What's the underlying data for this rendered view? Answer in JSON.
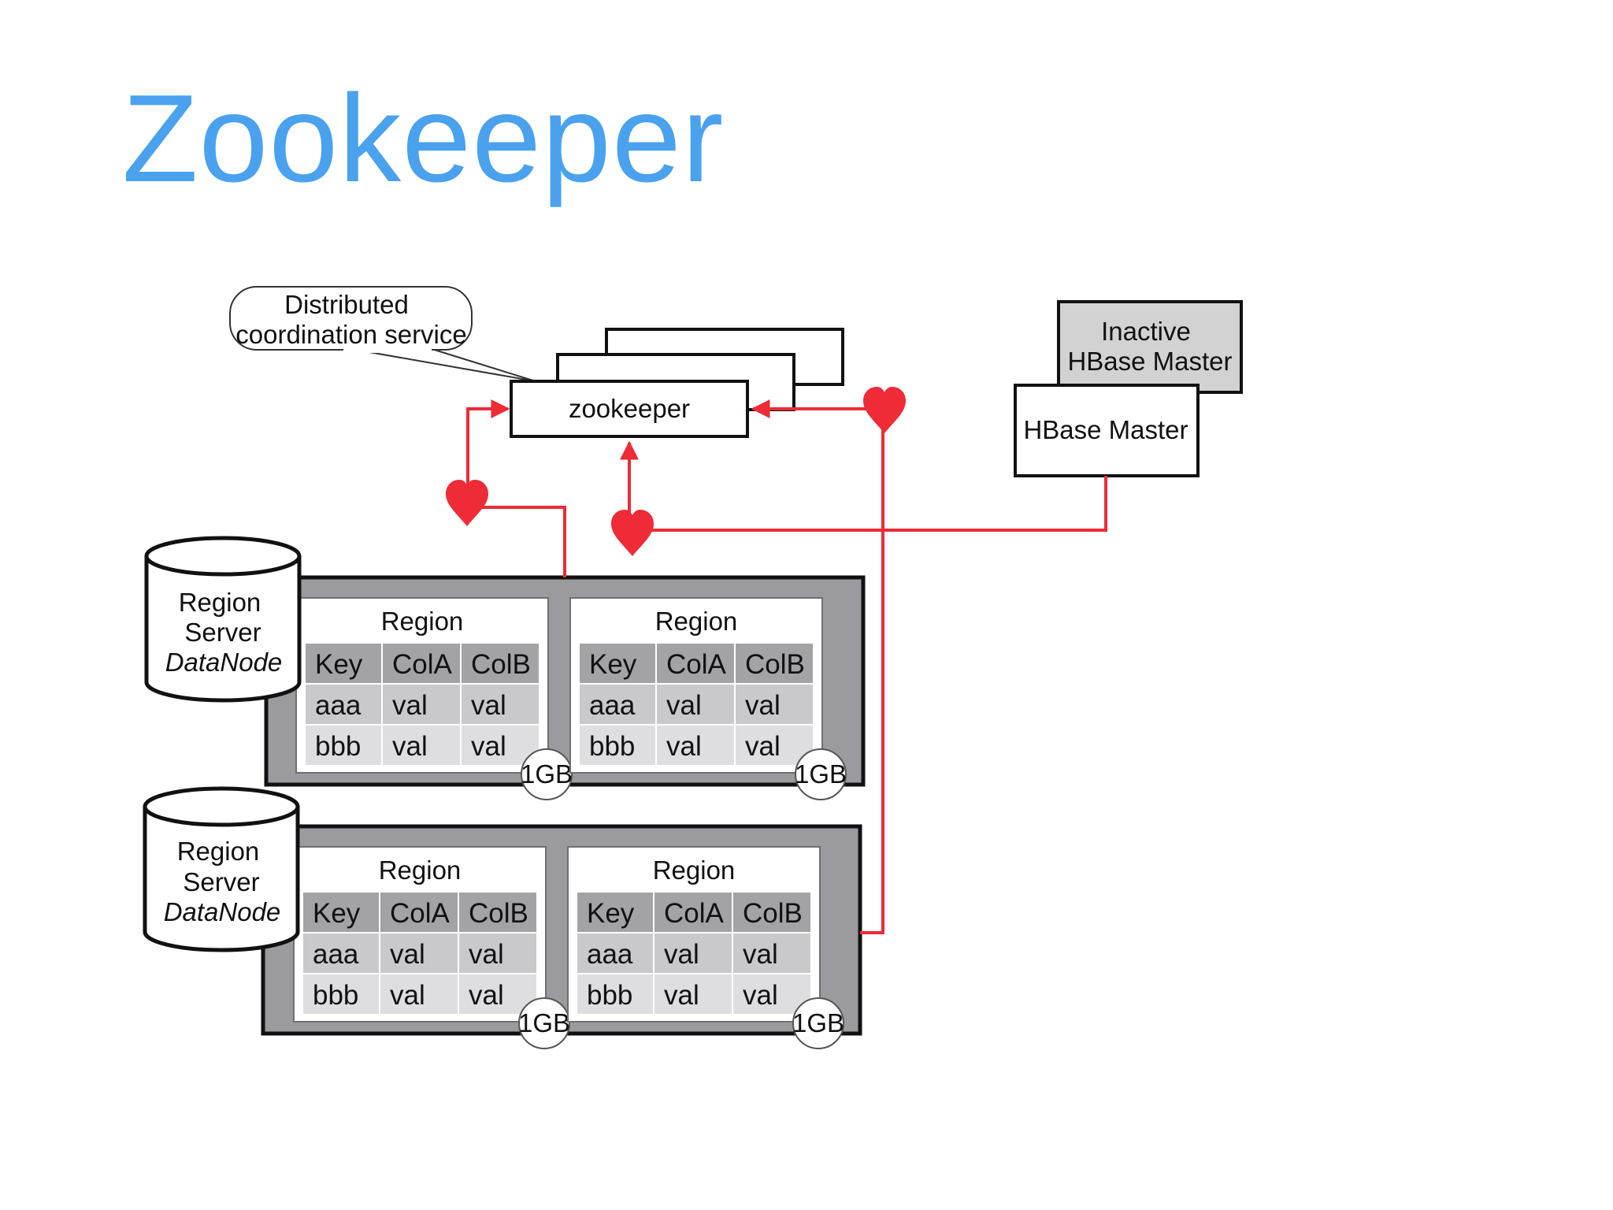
{
  "slide": {
    "title": "Zookeeper"
  },
  "callout": {
    "line1": "Distributed",
    "line2": "coordination service"
  },
  "zookeeper": {
    "label": "zookeeper"
  },
  "masters": {
    "inactive_line1": "Inactive",
    "inactive_line2": "HBase Master",
    "active": "HBase Master"
  },
  "colors": {
    "title": "#4aa2ee",
    "link": "#ee2b36",
    "server_frame": "#9b9a9f",
    "inactive_fill": "#d2d2d2"
  },
  "region_servers": [
    {
      "db_line1": "Region",
      "db_line2": "Server",
      "db_line3": "DataNode",
      "regions": [
        {
          "title": "Region",
          "headers": [
            "Key",
            "ColA",
            "ColB"
          ],
          "rows": [
            [
              "aaa",
              "val",
              "val"
            ],
            [
              "bbb",
              "val",
              "val"
            ]
          ],
          "size": "1GB"
        },
        {
          "title": "Region",
          "headers": [
            "Key",
            "ColA",
            "ColB"
          ],
          "rows": [
            [
              "aaa",
              "val",
              "val"
            ],
            [
              "bbb",
              "val",
              "val"
            ]
          ],
          "size": "1GB"
        }
      ]
    },
    {
      "db_line1": "Region",
      "db_line2": "Server",
      "db_line3": "DataNode",
      "regions": [
        {
          "title": "Region",
          "headers": [
            "Key",
            "ColA",
            "ColB"
          ],
          "rows": [
            [
              "aaa",
              "val",
              "val"
            ],
            [
              "bbb",
              "val",
              "val"
            ]
          ],
          "size": "1GB"
        },
        {
          "title": "Region",
          "headers": [
            "Key",
            "ColA",
            "ColB"
          ],
          "rows": [
            [
              "aaa",
              "val",
              "val"
            ],
            [
              "bbb",
              "val",
              "val"
            ]
          ],
          "size": "1GB"
        }
      ]
    }
  ]
}
